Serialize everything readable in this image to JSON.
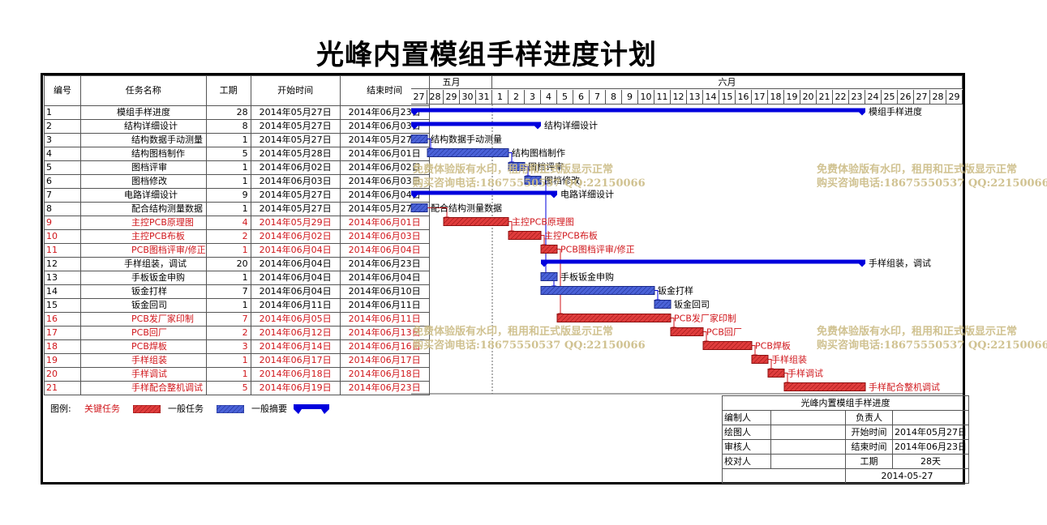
{
  "title": "光峰内置模组手样进度计划",
  "table": {
    "headers": [
      "编号",
      "任务名称",
      "工期",
      "开始时间",
      "结束时间"
    ],
    "tasks": [
      {
        "id": "1",
        "name": "模组手样进度",
        "duration": "28",
        "start": "2014年05月27日",
        "end": "2014年06月23日",
        "indent": 0,
        "type": "summary",
        "chart_label": "模组手样进度"
      },
      {
        "id": "2",
        "name": "结构详细设计",
        "duration": "8",
        "start": "2014年05月27日",
        "end": "2014年06月03日",
        "indent": 1,
        "type": "summary",
        "chart_label": "结构详细设计"
      },
      {
        "id": "3",
        "name": "结构数据手动测量",
        "duration": "1",
        "start": "2014年05月27日",
        "end": "2014年05月27日",
        "indent": 2,
        "type": "normal",
        "chart_label": "结构数据手动测量"
      },
      {
        "id": "4",
        "name": "结构图档制作",
        "duration": "5",
        "start": "2014年05月28日",
        "end": "2014年06月01日",
        "indent": 2,
        "type": "normal",
        "chart_label": "结构图档制作"
      },
      {
        "id": "5",
        "name": "图档评审",
        "duration": "1",
        "start": "2014年06月02日",
        "end": "2014年06月02日",
        "indent": 2,
        "type": "normal",
        "chart_label": "图档评审"
      },
      {
        "id": "6",
        "name": "图档修改",
        "duration": "1",
        "start": "2014年06月03日",
        "end": "2014年06月03日",
        "indent": 2,
        "type": "normal",
        "chart_label": "图档修改"
      },
      {
        "id": "7",
        "name": "电路详细设计",
        "duration": "9",
        "start": "2014年05月27日",
        "end": "2014年06月04日",
        "indent": 1,
        "type": "summary",
        "chart_label": "电路详细设计"
      },
      {
        "id": "8",
        "name": "配合结构测量数据",
        "duration": "1",
        "start": "2014年05月27日",
        "end": "2014年05月27日",
        "indent": 2,
        "type": "normal",
        "chart_label": "配合结构测量数据"
      },
      {
        "id": "9",
        "name": "主控PCB原理图",
        "duration": "4",
        "start": "2014年05月29日",
        "end": "2014年06月01日",
        "indent": 2,
        "type": "critical",
        "chart_label": "主控PCB原理图"
      },
      {
        "id": "10",
        "name": "主控PCB布板",
        "duration": "2",
        "start": "2014年06月02日",
        "end": "2014年06月03日",
        "indent": 2,
        "type": "critical",
        "chart_label": "主控PCB布板"
      },
      {
        "id": "11",
        "name": "PCB图档评审/修正",
        "duration": "1",
        "start": "2014年06月04日",
        "end": "2014年06月04日",
        "indent": 2,
        "type": "critical",
        "chart_label": "PCB图档评审/修正"
      },
      {
        "id": "12",
        "name": "手样组装，调试",
        "duration": "20",
        "start": "2014年06月04日",
        "end": "2014年06月23日",
        "indent": 1,
        "type": "summary",
        "chart_label": "手样组装，调试"
      },
      {
        "id": "13",
        "name": "手板钣金申购",
        "duration": "1",
        "start": "2014年06月04日",
        "end": "2014年06月04日",
        "indent": 2,
        "type": "normal",
        "chart_label": "手板钣金申购"
      },
      {
        "id": "14",
        "name": "钣金打样",
        "duration": "7",
        "start": "2014年06月04日",
        "end": "2014年06月10日",
        "indent": 2,
        "type": "normal",
        "chart_label": "钣金打样"
      },
      {
        "id": "15",
        "name": "钣金回司",
        "duration": "1",
        "start": "2014年06月11日",
        "end": "2014年06月11日",
        "indent": 2,
        "type": "normal",
        "chart_label": "钣金回司"
      },
      {
        "id": "16",
        "name": "PCB发厂家印制",
        "duration": "7",
        "start": "2014年06月05日",
        "end": "2014年06月11日",
        "indent": 2,
        "type": "critical",
        "chart_label": "PCB发厂家印制"
      },
      {
        "id": "17",
        "name": "PCB回厂",
        "duration": "2",
        "start": "2014年06月12日",
        "end": "2014年06月13日",
        "indent": 2,
        "type": "critical",
        "chart_label": "PCB回厂"
      },
      {
        "id": "18",
        "name": "PCB焊板",
        "duration": "3",
        "start": "2014年06月14日",
        "end": "2014年06月16日",
        "indent": 2,
        "type": "critical",
        "chart_label": "PCB焊板"
      },
      {
        "id": "19",
        "name": "手样组装",
        "duration": "1",
        "start": "2014年06月17日",
        "end": "2014年06月17日",
        "indent": 2,
        "type": "critical",
        "chart_label": "手样组装"
      },
      {
        "id": "20",
        "name": "手样调试",
        "duration": "1",
        "start": "2014年06月18日",
        "end": "2014年06月18日",
        "indent": 2,
        "type": "critical",
        "chart_label": "手样调试"
      },
      {
        "id": "21",
        "name": "手样配合整机调试",
        "duration": "5",
        "start": "2014年06月19日",
        "end": "2014年06月23日",
        "indent": 2,
        "type": "critical",
        "chart_label": "手样配合整机调试"
      }
    ]
  },
  "timeline": {
    "months": [
      {
        "label": "五月",
        "days": [
          "27",
          "28",
          "29",
          "30",
          "31"
        ]
      },
      {
        "label": "六月",
        "days": [
          "1",
          "2",
          "3",
          "4",
          "5",
          "6",
          "7",
          "8",
          "9",
          "10",
          "11",
          "12",
          "13",
          "14",
          "15",
          "16",
          "17",
          "18",
          "19",
          "20",
          "21",
          "22",
          "23",
          "24",
          "25",
          "26",
          "27",
          "28",
          "29"
        ]
      }
    ]
  },
  "legend": {
    "label": "图例:",
    "critical": "关键任务",
    "normal": "一般任务",
    "summary": "一般摘要"
  },
  "info_box": {
    "title": "光峰内置模组手样进度",
    "compiler_label": "编制人",
    "owner_label": "负责人",
    "drafter_label": "绘图人",
    "start_label": "开始时间",
    "start_value": "2014年05月27日",
    "reviewer_label": "审核人",
    "end_label": "结束时间",
    "end_value": "2014年06月23日",
    "checker_label": "校对人",
    "duration_label": "工期",
    "duration_value": "28天",
    "date": "2014-05-27"
  },
  "watermark": {
    "line1": "免费体验版有水印，租用和正式版显示正常",
    "line2": "购买咨询电话:18675550537 QQ:22150066"
  },
  "colors": {
    "summary": "#0000dd",
    "normal_fill": "#4a62d8",
    "critical_fill": "#e03c3c",
    "critical_text": "#d0161b",
    "watermark": "#cdbd88"
  }
}
